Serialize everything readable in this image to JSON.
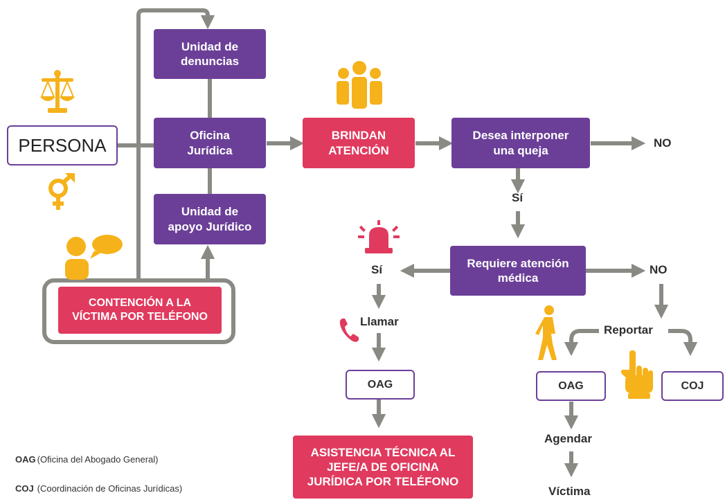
{
  "nodes": {
    "persona": "PERSONA",
    "unidad_denuncias": "Unidad de denuncias",
    "oficina_juridica": "Oficina Jurídica",
    "unidad_apoyo": "Unidad de apoyo Jurídico",
    "contencion": "CONTENCIÓN A LA VÍCTIMA POR TELÉFONO",
    "brindan": "BRINDAN ATENCIÓN",
    "desea_queja": "Desea interponer una queja",
    "requiere_medica": "Requiere atención médica",
    "oag_left": "OAG",
    "asistencia": "ASISTENCIA TÉCNICA AL JEFE/A DE OFICINA JURÍDICA POR TELÉFONO",
    "oag_right": "OAG",
    "coj": "COJ"
  },
  "labels": {
    "no_queja": "NO",
    "si_queja": "Sí",
    "si_medica": "Sí",
    "no_medica": "NO",
    "llamar": "Llamar",
    "reportar": "Reportar",
    "agendar": "Agendar",
    "victima": "Víctima"
  },
  "legend": [
    {
      "abbr": "OAG",
      "text": "(Oficina del Abogado General)"
    },
    {
      "abbr": "COJ",
      "text": "(Coordinación de Oficinas Jurídicas)"
    }
  ],
  "colors": {
    "purple": "#6b3f98",
    "red": "#e03a5e",
    "yellow": "#f5b21a",
    "connector": "#8a8a85",
    "text": "#2e2e2e"
  },
  "icons": [
    "scales-icon",
    "gender-icon",
    "speech-person-icon",
    "group-icon",
    "siren-icon",
    "phone-icon",
    "walking-person-icon",
    "pointing-hand-icon"
  ]
}
